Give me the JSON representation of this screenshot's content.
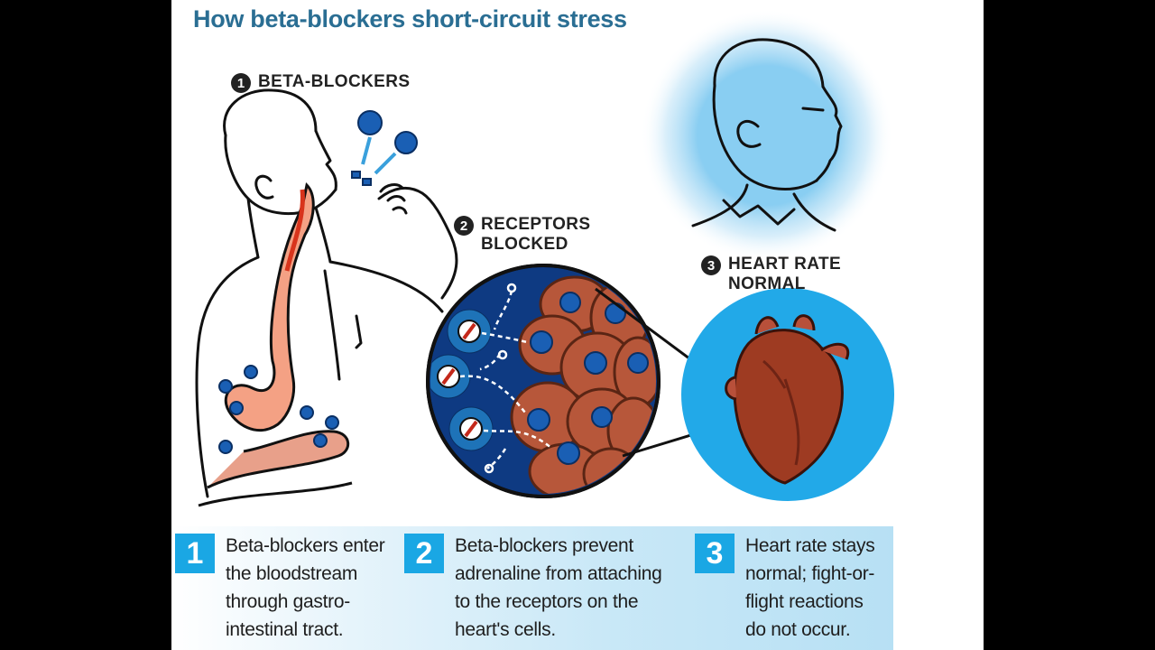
{
  "title": "How beta-blockers short-circuit stress",
  "steps": [
    {
      "number": "1",
      "label": "BETA-BLOCKERS"
    },
    {
      "number": "2",
      "label": "RECEPTORS\nBLOCKED"
    },
    {
      "number": "3",
      "label": "HEART RATE\nNORMAL"
    }
  ],
  "captions": [
    {
      "number": "1",
      "text": "Beta-blockers enter\nthe bloodstream\nthrough gastro-\nintestinal tract."
    },
    {
      "number": "2",
      "text": "Beta-blockers prevent\nadrenaline from attaching\nto the receptors on the\nheart's cells."
    },
    {
      "number": "3",
      "text": "Heart rate stays\nnormal; fight-or-\nflight reactions\ndo not occur."
    }
  ],
  "colors": {
    "title": "#2a6e93",
    "pill": "#1a5fb4",
    "cell": "#b7573a",
    "heart": "#9e3b22",
    "circle_bg": "#22a9e8",
    "caption_number": "#1aa7e4"
  }
}
